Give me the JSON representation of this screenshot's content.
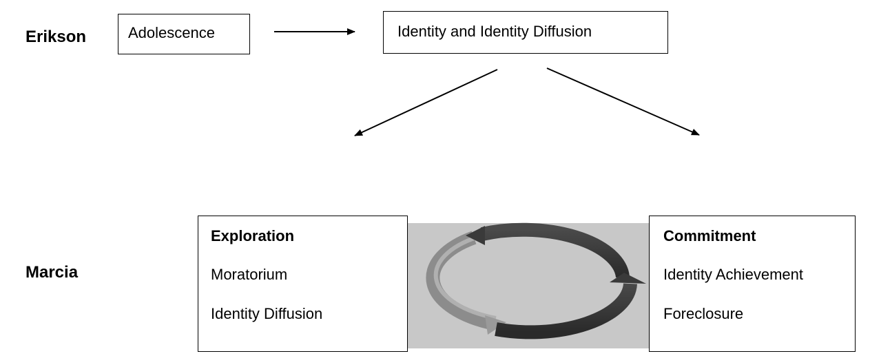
{
  "labels": {
    "erikson": "Erikson",
    "marcia": "Marcia"
  },
  "top_boxes": {
    "adolescence": "Adolescence",
    "identity": "Identity and Identity Diffusion"
  },
  "exploration_panel": {
    "title": "Exploration",
    "items": [
      "Moratorium",
      "Identity Diffusion"
    ]
  },
  "commitment_panel": {
    "title": "Commitment",
    "items": [
      "Identity Achievement",
      "Foreclosure"
    ]
  },
  "colors": {
    "cycle_background": "#c8c8c8",
    "arrow_dark": "#3a3a3a",
    "arrow_light": "#9a9a9a"
  }
}
